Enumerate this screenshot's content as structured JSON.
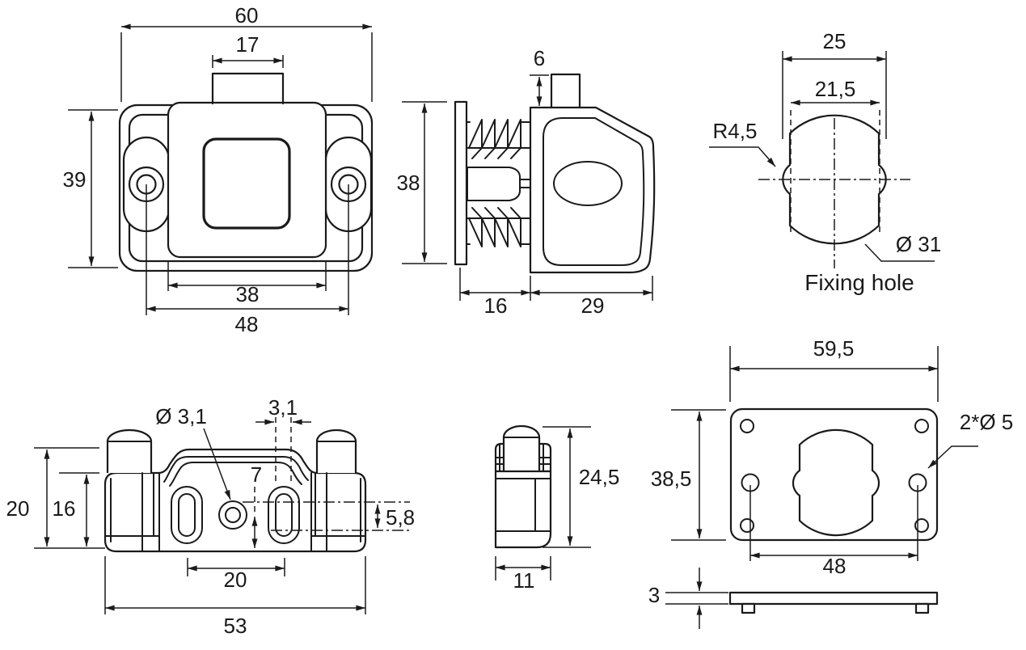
{
  "colors": {
    "line": "#1a1a1a",
    "background": "#ffffff"
  },
  "front_view": {
    "overall_width": "60",
    "button_width": "17",
    "height": "39",
    "body_width": "38",
    "screw_spacing": "48"
  },
  "side_view": {
    "button_protrusion": "6",
    "height": "38",
    "pin_length": "16",
    "body_depth": "29"
  },
  "fixing_hole_view": {
    "width_with_notches": "25",
    "flat_width": "21,5",
    "notch_radius": "R4,5",
    "diameter": "Ø 31",
    "caption": "Fixing hole"
  },
  "keeper_front_view": {
    "overall_height": "20",
    "body_height": "16",
    "center_hole_diameter": "Ø 3,1",
    "slot_width": "3,1",
    "hole_to_bottom": "7",
    "lip_height": "5,8",
    "slot_spacing": "20",
    "overall_width": "53"
  },
  "keeper_side_view": {
    "height": "24,5",
    "depth": "11"
  },
  "plate_view": {
    "overall_width": "59,5",
    "overall_height": "38,5",
    "screw_holes": "2*Ø 5",
    "hole_spacing": "48",
    "thickness": "3"
  }
}
